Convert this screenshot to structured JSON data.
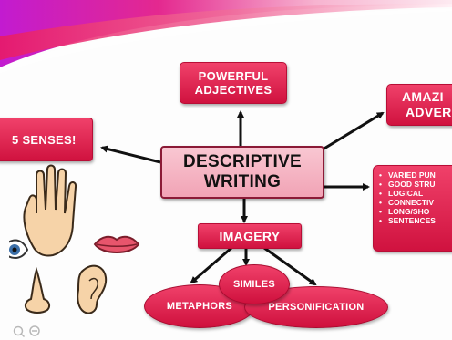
{
  "center_node": {
    "line1": "DESCRIPTIVE",
    "line2": "WRITING"
  },
  "nodes": {
    "adjectives": {
      "line1": "POWERFUL",
      "line2": "ADJECTIVES"
    },
    "adverbs": {
      "line1": "AMAZI",
      "line2": "ADVER"
    },
    "senses": {
      "label": "5 SENSES!"
    },
    "imagery": {
      "label": "IMAGERY"
    },
    "similes": {
      "label": "SIMILES"
    },
    "metaphors": {
      "label": "METAPHORS"
    },
    "personification": {
      "label": "PERSONIFICATION"
    }
  },
  "techniques_list": [
    "VARIED PUN",
    "GOOD STRU",
    "LOGICAL",
    "CONNECTIV",
    "LONG/SHO",
    "SENTENCES"
  ],
  "colors": {
    "node_pink": "#e0234f",
    "center_fill": "#f4b3c2",
    "arrow": "#111111"
  },
  "icons": [
    "hand-icon",
    "lips-icon",
    "eye-icon",
    "nose-icon",
    "ear-icon",
    "zoom-icon",
    "minus-icon"
  ]
}
